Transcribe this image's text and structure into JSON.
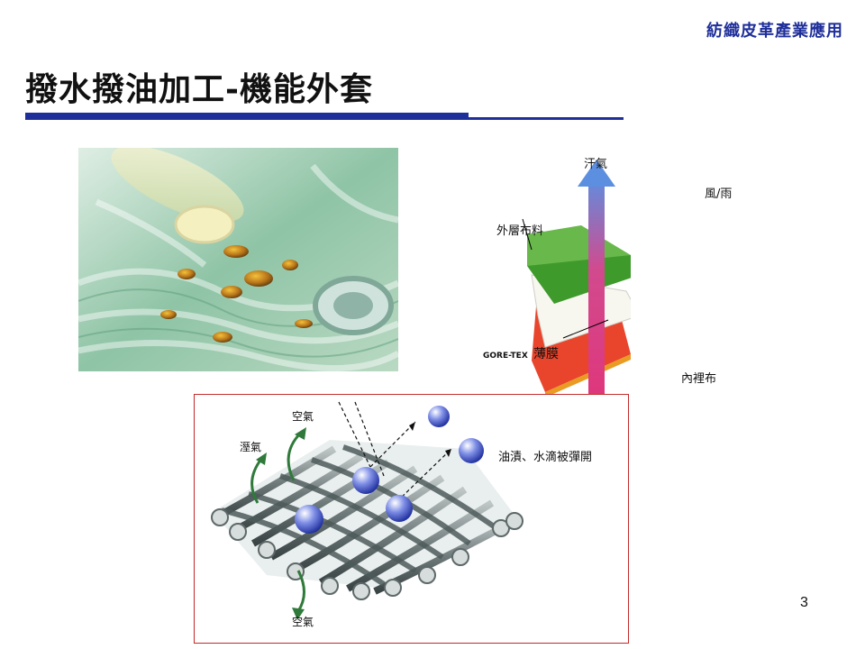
{
  "header": {
    "label": "紡織皮革產業應用"
  },
  "slide": {
    "title": "撥水撥油加工-機能外套",
    "page_number": "3"
  },
  "diagram_layers": {
    "sweat": "汗氣",
    "wind_rain": "風/雨",
    "outer_fabric": "外層布料",
    "membrane_brand": "GORE-TEX",
    "membrane_label": "薄膜",
    "lining": "內裡布"
  },
  "diagram_fabric": {
    "air_top": "空氣",
    "humidity": "溼氣",
    "repel_label": "油漬、水滴被彈開",
    "air_bottom": "空氣"
  },
  "colors": {
    "accent": "#1f2f9a",
    "frame": "#c32a2a",
    "outer_layer": "#3f9a2c",
    "lining_layer": "#e8452c"
  }
}
